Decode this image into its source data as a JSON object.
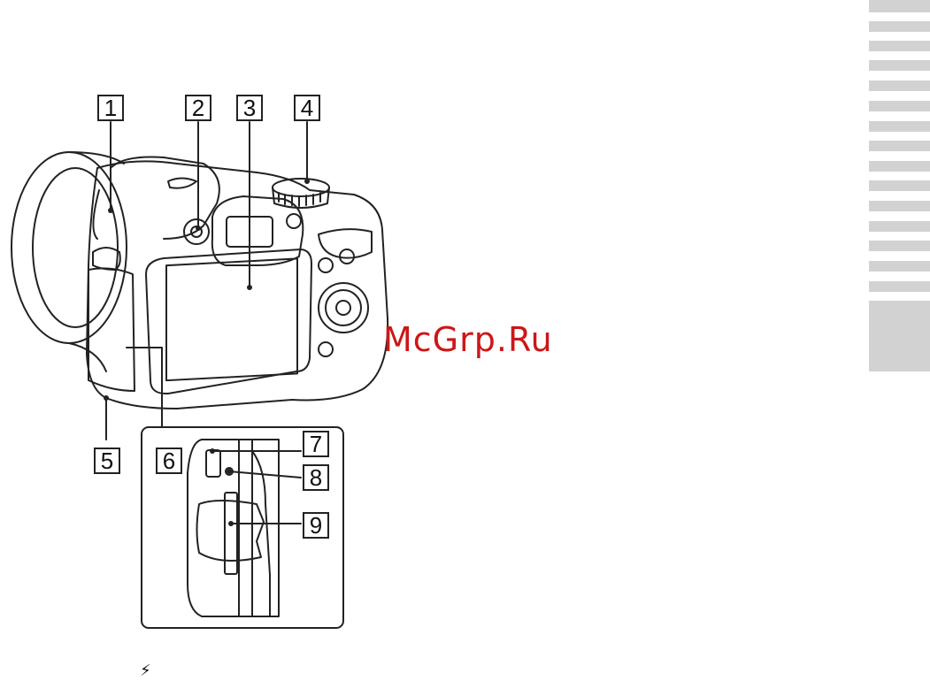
{
  "callouts": {
    "c1": "1",
    "c2": "2",
    "c3": "3",
    "c4": "4",
    "c5": "5",
    "c6": "6",
    "c7": "7",
    "c8": "8",
    "c9": "9"
  },
  "watermark": "McGrp.Ru",
  "flash_symbol": "⚡",
  "colors": {
    "watermark": "#cc1717",
    "tabs": "#d2d2d2",
    "line": "#222222"
  },
  "icons": [
    "camera-body-illustration",
    "card-slot-detail-illustration",
    "flash-icon"
  ]
}
